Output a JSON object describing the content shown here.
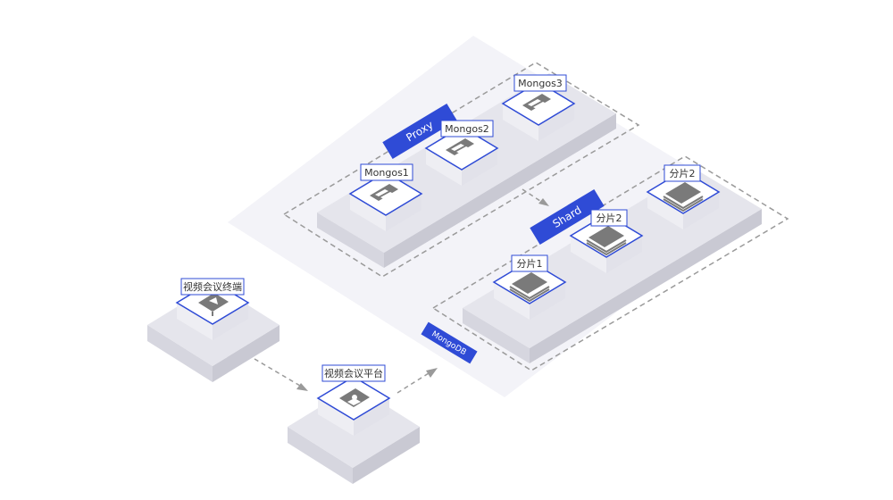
{
  "colors": {
    "platform": "#f3f3f8",
    "tray_top": "#e5e5ec",
    "tray_left": "#d6d6df",
    "tray_right": "#c9c9d3",
    "cube_top": "#ffffff",
    "cube_left": "#eeeef3",
    "cube_right": "#e2e2ea",
    "accent": "#2f4bd6",
    "dash": "#9a9a9a",
    "icon": "#7a7a7a"
  },
  "regions": {
    "proxy": "Proxy",
    "shard": "Shard",
    "mongodb": "MongoDB"
  },
  "nodes": {
    "mongos1": "Mongos1",
    "mongos2": "Mongos2",
    "mongos3": "Mongos3",
    "shard_a": "分片1",
    "shard_b": "分片2",
    "shard_c": "分片2",
    "terminal": "视频会议终端",
    "platform": "视频会议平台"
  },
  "icons": {
    "server": "server-icon",
    "layers": "layers-icon",
    "monitor": "monitor-icon",
    "document": "document-icon"
  }
}
